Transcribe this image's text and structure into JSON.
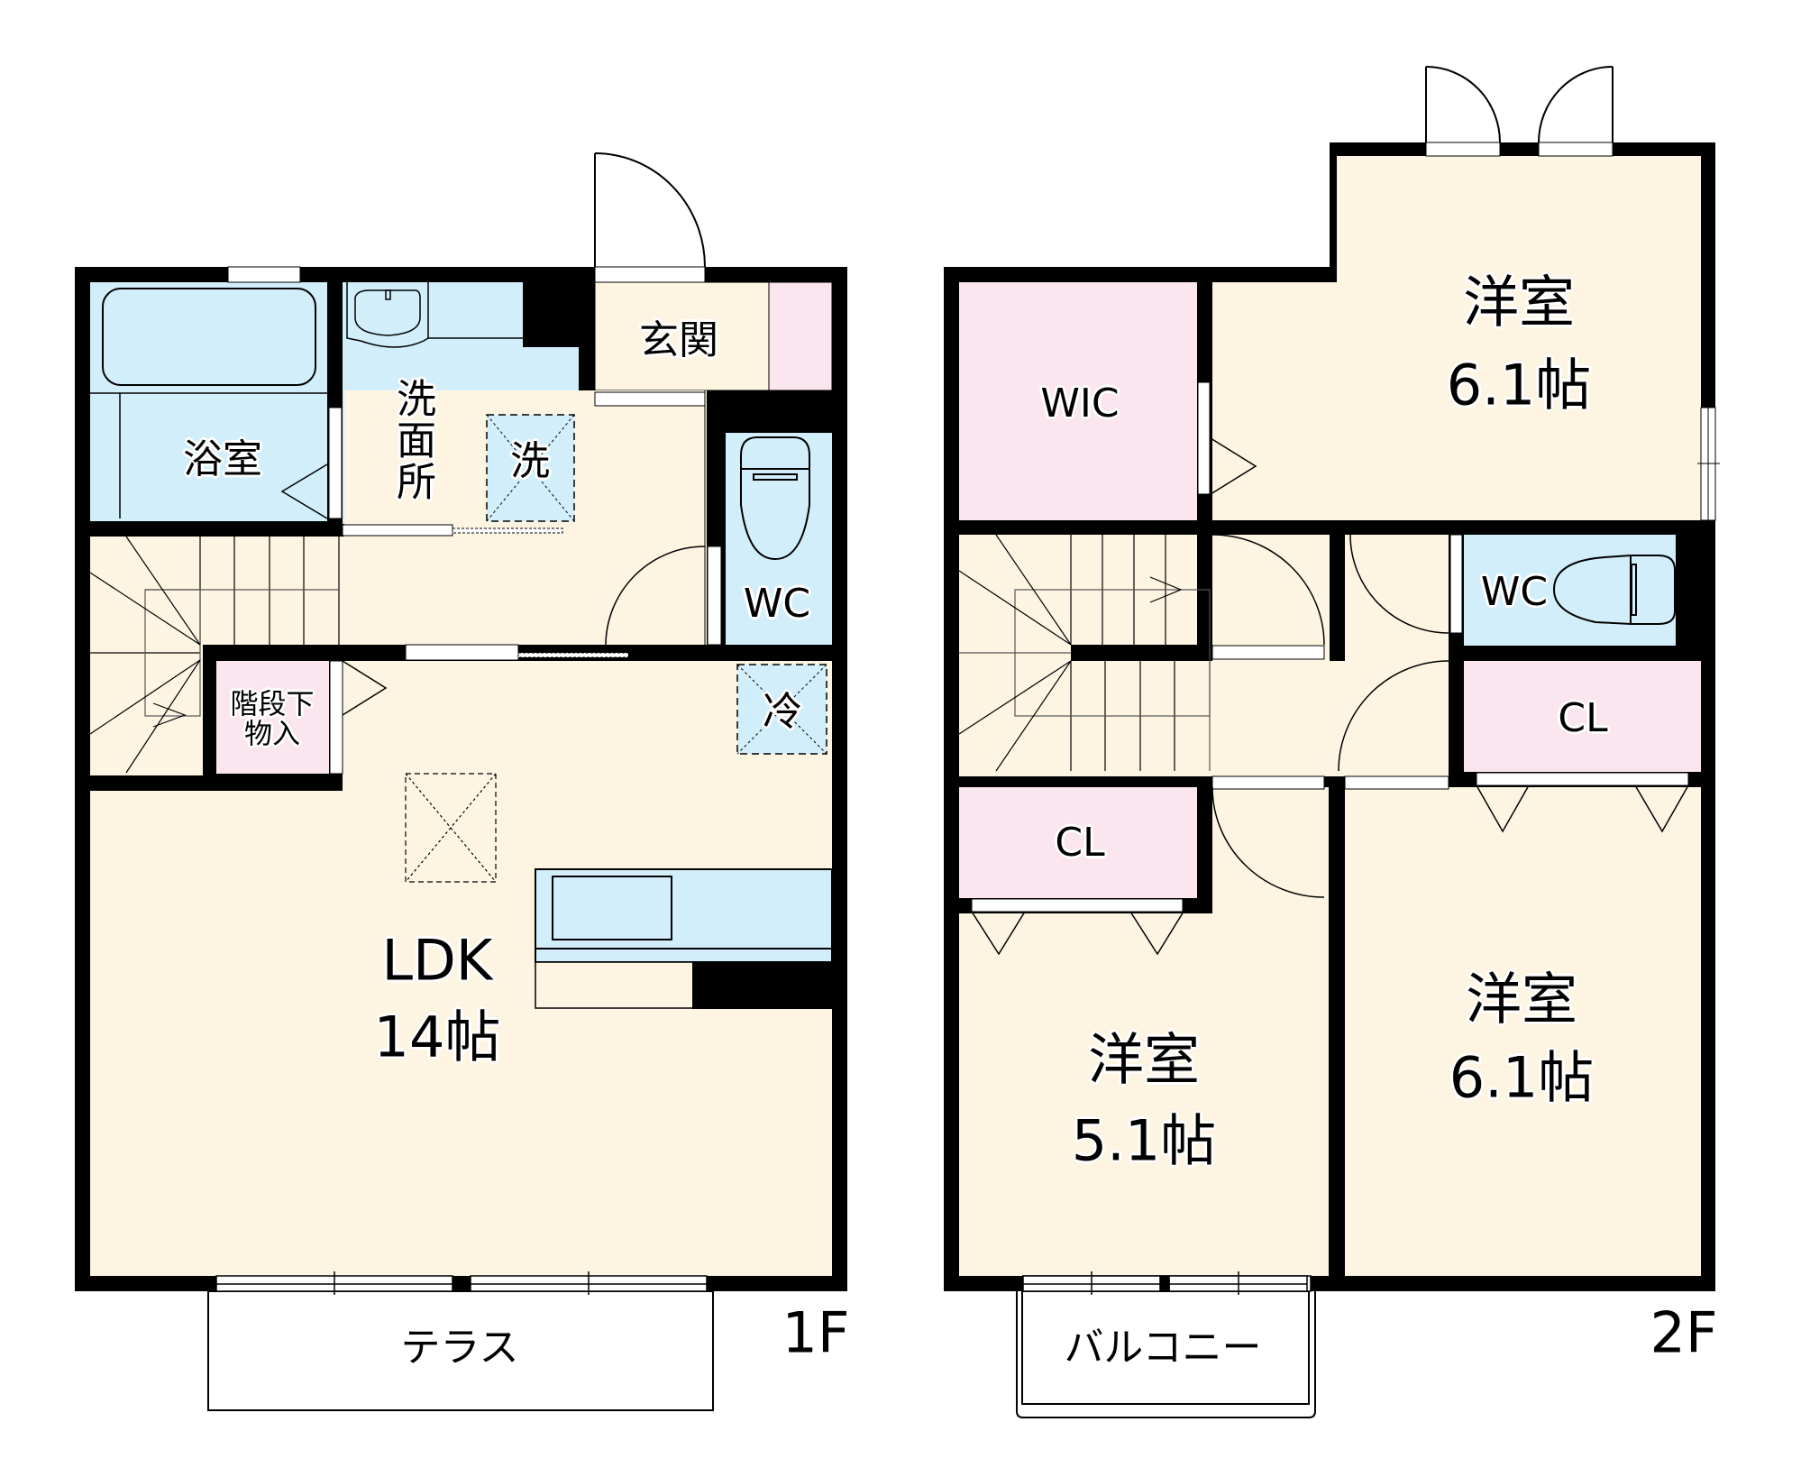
{
  "floor_1": {
    "label": "1F",
    "rooms": {
      "bath": "浴室",
      "washroom": "洗\n面\n所",
      "washer": "洗",
      "entrance": "玄関",
      "wc": "WC",
      "storage": "階段下\n物入",
      "fridge": "冷",
      "ldk_name": "LDK",
      "ldk_size": "14帖",
      "terrace": "テラス"
    }
  },
  "floor_2": {
    "label": "2F",
    "rooms": {
      "wic": "WIC",
      "western_a_name": "洋室",
      "western_a_size": "6.1帖",
      "wc": "WC",
      "closet_a": "CL",
      "closet_b": "CL",
      "western_b_name": "洋室",
      "western_b_size": "5.1帖",
      "western_c_name": "洋室",
      "western_c_size": "6.1帖",
      "balcony": "バルコニー"
    }
  },
  "colors": {
    "floor": "#fdf5e2",
    "wet": "#d2eefa",
    "storage": "#fbe5ef",
    "wall": "#000000"
  }
}
